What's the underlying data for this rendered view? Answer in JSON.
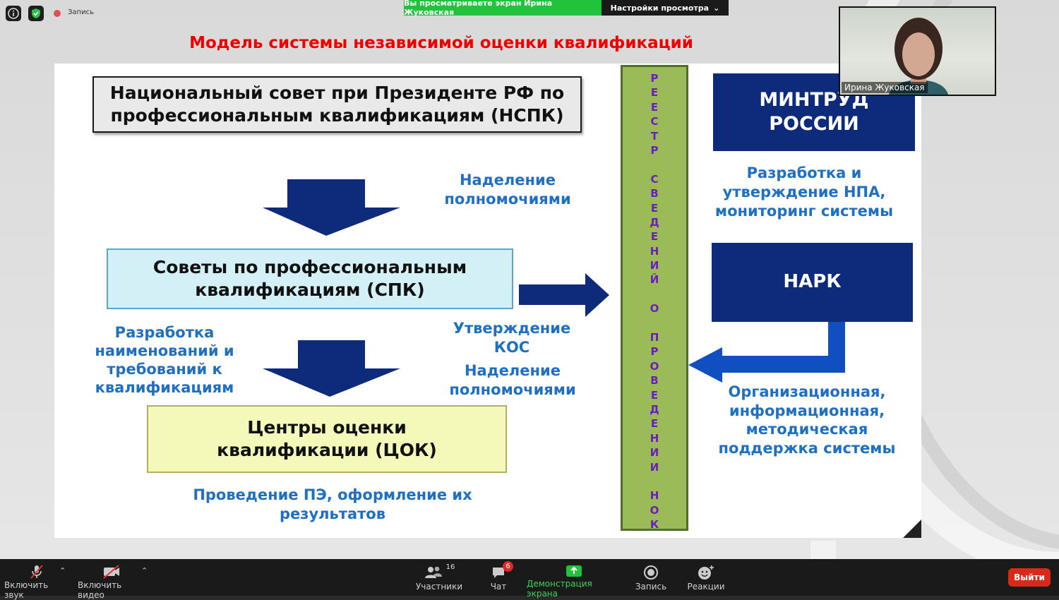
{
  "topbar": {
    "recording_label": "Запись",
    "share_banner": "Вы просматриваете экран Ирина Жуковская",
    "view_settings": "Настройки просмотра"
  },
  "slide": {
    "title": "Модель системы независимой оценки квалификаций",
    "nspk": "Национальный совет при Президенте РФ по профессиональным квалификациям (НСПК)",
    "spk": "Советы по профессиональным квалификациям (СПК)",
    "cok": "Центры оценки квалификации (ЦОК)",
    "mintrud": "МИНТРУД РОССИИ",
    "nark": "НАРК",
    "text_empower_1": "Наделение полномочиями",
    "text_develop": "Разработка наименований и требований к квалификациям",
    "text_approve_kos": "Утверждение КОС",
    "text_empower_2": "Наделение полномочиями",
    "text_exams": "Проведение ПЭ, оформление их результатов",
    "text_npa": "Разработка и утверждение НПА, мониторинг системы",
    "text_support": "Организационная, информационная, методическая поддержка системы",
    "registry_vertical": "РЕЕСТР СВЕДЕНИЙ О ПРОВЕДЕНИИ НОК"
  },
  "webcam": {
    "name": "Ирина Жуковская"
  },
  "toolbar": {
    "mic_label": "Включить звук",
    "video_label": "Включить видео",
    "participants_label": "Участники",
    "participants_count": "16",
    "chat_label": "Чат",
    "chat_badge": "6",
    "share_label": "Демонстрация экрана",
    "record_label": "Запись",
    "reactions_label": "Реакции",
    "leave_label": "Выйти"
  },
  "colors": {
    "title_red": "#ee0000",
    "navy": "#0d2b7a",
    "text_blue": "#1f6fc2",
    "green_banner": "#23c23c",
    "registry_green": "#9bbb59",
    "registry_text": "#6a1fb8",
    "leave_red": "#d9291b"
  }
}
